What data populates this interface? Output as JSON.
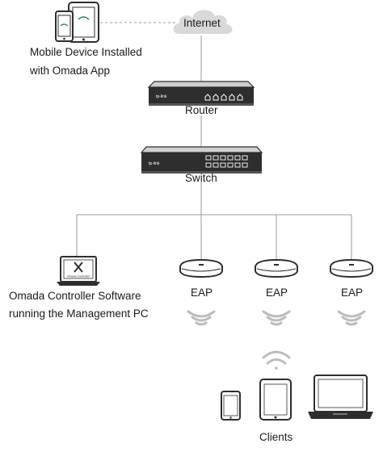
{
  "labels": {
    "internet": "Internet",
    "mobile_line1": "Mobile Device Installed",
    "mobile_line2": "with Omada App",
    "router": "Router",
    "switch": "Switch",
    "controller_line1": "Omada Controller Software",
    "controller_line2": "running the Management PC",
    "eap": "EAP",
    "clients": "Clients",
    "controller_screen": "Omada Controller",
    "device_brand": "tp-link"
  },
  "icons": {
    "cloud": "cloud-icon",
    "mobile": "phone-tablet-icon",
    "router": "router-icon",
    "switch": "switch-icon",
    "laptop": "laptop-icon",
    "eap": "access-point-icon",
    "wifi": "wifi-icon",
    "client_phone": "smartphone-icon",
    "client_tablet": "tablet-icon",
    "client_laptop": "laptop-icon"
  },
  "colors": {
    "line": "#9a9a9a",
    "device_dark": "#2e2e2e",
    "cloud": "#d9d9d9",
    "wifi": "#bcbcbc"
  }
}
